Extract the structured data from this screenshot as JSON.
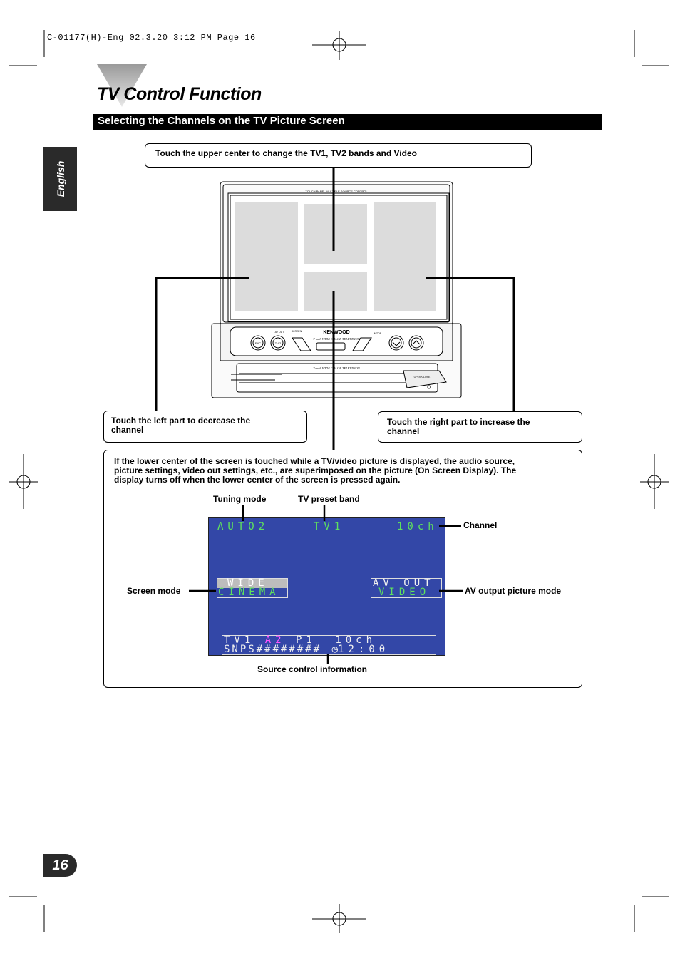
{
  "print_header": "C-01177(H)-Eng  02.3.20  3:12 PM  Page 16",
  "title": "TV Control Function",
  "section_heading": "Selecting the Channels on the TV Picture Screen",
  "language_tab": "English",
  "callouts": {
    "upper_center": "Touch the upper center to change the TV1, TV2 bands and Video",
    "left_line1": "Touch the left part to decrease the",
    "left_line2": "channel",
    "right_line1": "Touch the right part to increase the",
    "right_line2": "channel",
    "lower_line1": "If the lower center of the screen is touched while a TV/video picture is displayed, the audio source,",
    "lower_line2": "picture settings, video out settings, etc., are superimposed on the picture (On Screen Display). The",
    "lower_line3": "display turns off when the lower center of the screen is pressed again."
  },
  "device": {
    "brand": "KENWOOD",
    "model_text": "7-inch WIDE COLOR TELEVISION",
    "top_strip": "TOUCH PANEL MULTIPLE SOURCE CONTROL",
    "btn_fnc": "FNC",
    "btn_tv": "TV/2",
    "label_av_out": "AV OUT",
    "label_screen": "SCREEN",
    "label_mode": "MODE",
    "open_close": "OPEN/CLOSE"
  },
  "osd_labels": {
    "tuning_mode": "Tuning mode",
    "tv_preset_band": "TV preset band",
    "channel": "Channel",
    "screen_mode": "Screen mode",
    "av_output_picture_mode": "AV output picture mode",
    "source_control_information": "Source control information"
  },
  "osd": {
    "tuning": "AUTO2",
    "band": "TV1",
    "channel": "10ch",
    "screen_mode_top": "WIDE",
    "screen_mode_bottom": "CINEMA",
    "av_out_top": "AV OUT",
    "av_out_bottom": "VIDEO",
    "info_band": "TV1",
    "info_a2": "A2",
    "info_p1": "P1",
    "info_ch": "10ch",
    "info_snps": "SNPS########",
    "info_clock": "12:00"
  },
  "page_number": "16"
}
